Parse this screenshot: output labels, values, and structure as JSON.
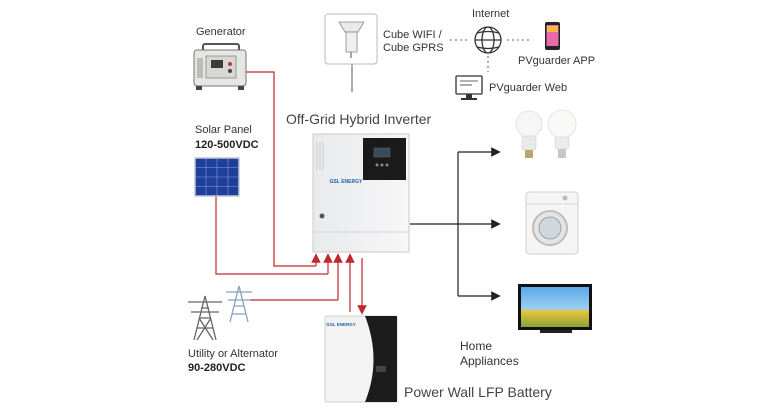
{
  "labels": {
    "generator": "Generator",
    "solar_panel": "Solar Panel",
    "solar_voltage": "120-500VDC",
    "utility": "Utility or Alternator",
    "utility_voltage": "90-280VDC",
    "inverter": "Off-Grid Hybrid Inverter",
    "cube_wifi": "Cube WIFI /",
    "cube_gprs": "Cube GPRS",
    "internet": "Internet",
    "app": "PVguarder APP",
    "web": "PVguarder Web",
    "home_line1": "Home",
    "home_line2": "Appliances",
    "battery": "Power Wall LFP Battery",
    "inverter_brand": "GSL ENERGY",
    "battery_brand": "GSL ENERGY"
  },
  "icons": {
    "generator": "generator-icon",
    "solar": "solar-panel-icon",
    "tower": "power-tower-icon",
    "inverter": "inverter-device",
    "battery": "battery-device",
    "wifi_module": "wifi-dongle-icon",
    "globe": "globe-icon",
    "phone": "smartphone-icon",
    "monitor": "monitor-icon",
    "bulbs": "light-bulb-icon",
    "washer": "washing-machine-icon",
    "tv": "television-icon"
  },
  "colors": {
    "line_red": "#c0282d",
    "line_dark": "#222222",
    "line_gray": "#888888"
  }
}
